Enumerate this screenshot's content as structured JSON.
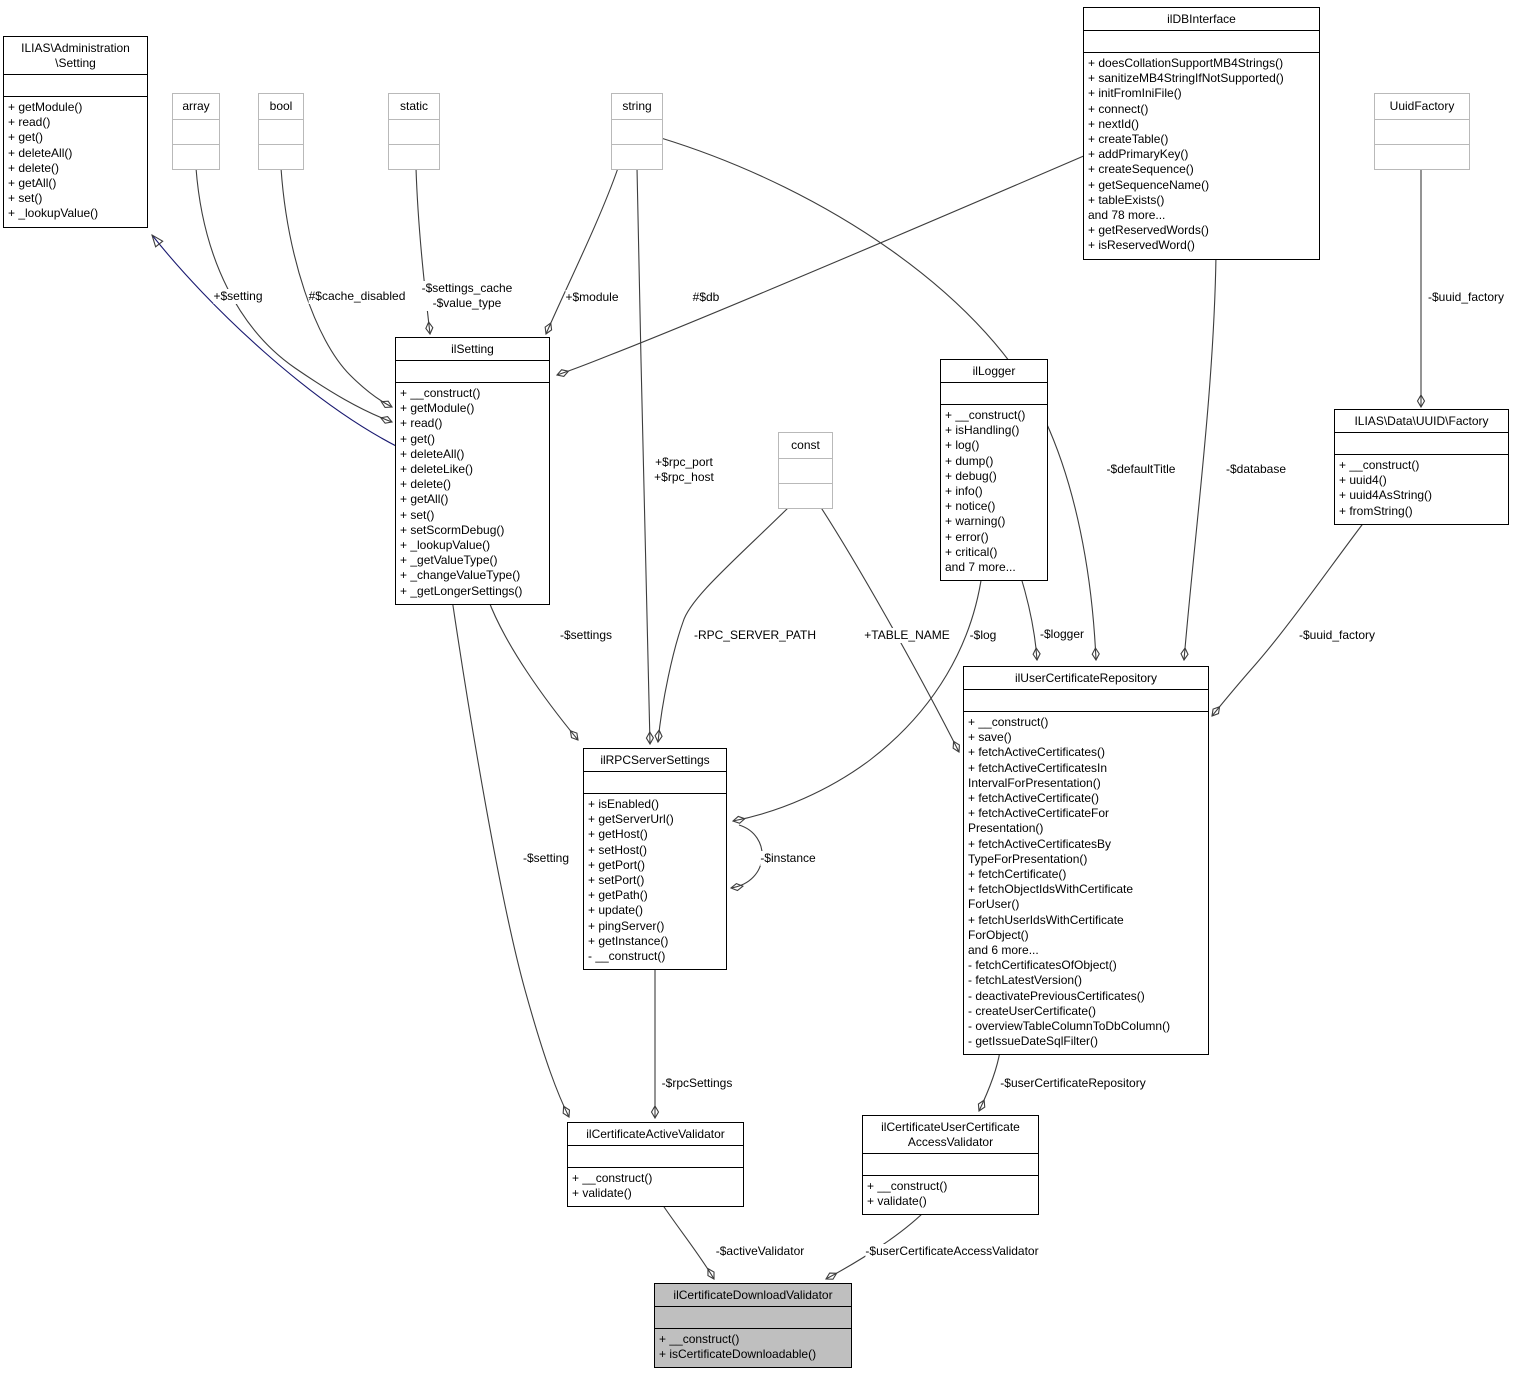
{
  "diagram": {
    "title": "ilCertificateDownloadValidator collaboration diagram",
    "colors": {
      "background": "#ffffff",
      "edge": "#3d3d3d",
      "inheritance_edge": "#191970",
      "class_border": "#000000",
      "type_border": "#b9b9b9",
      "main_class_fill": "#bfbfbf"
    },
    "classes": {
      "admin_setting": {
        "name": "ILIAS\\Administration\n\\Setting",
        "methods": [
          "+ getModule()",
          "+ read()",
          "+ get()",
          "+ deleteAll()",
          "+ delete()",
          "+ getAll()",
          "+ set()",
          "+ _lookupValue()"
        ]
      },
      "array_type": {
        "name": "array"
      },
      "bool_type": {
        "name": "bool"
      },
      "static_type": {
        "name": "static"
      },
      "string_type": {
        "name": "string"
      },
      "const_type": {
        "name": "const"
      },
      "uuid_factory_type": {
        "name": "UuidFactory"
      },
      "ildb_interface": {
        "name": "ilDBInterface",
        "methods": [
          "+ doesCollationSupportMB4Strings()",
          "+ sanitizeMB4StringIfNotSupported()",
          "+ initFromIniFile()",
          "+ connect()",
          "+ nextId()",
          "+ createTable()",
          "+ addPrimaryKey()",
          "+ createSequence()",
          "+ getSequenceName()",
          "+ tableExists()",
          "and 78 more...",
          "+ getReservedWords()",
          "+ isReservedWord()"
        ]
      },
      "il_setting": {
        "name": "ilSetting",
        "methods": [
          "+ __construct()",
          "+ getModule()",
          "+ read()",
          "+ get()",
          "+ deleteAll()",
          "+ deleteLike()",
          "+ delete()",
          "+ getAll()",
          "+ set()",
          "+ setScormDebug()",
          "+ _lookupValue()",
          "+ _getValueType()",
          "+ _changeValueType()",
          "+ _getLongerSettings()"
        ]
      },
      "il_logger": {
        "name": "ilLogger",
        "methods": [
          "+ __construct()",
          "+ isHandling()",
          "+ log()",
          "+ dump()",
          "+ debug()",
          "+ info()",
          "+ notice()",
          "+ warning()",
          "+ error()",
          "+ critical()",
          "and 7 more..."
        ]
      },
      "uuid_factory_class": {
        "name": "ILIAS\\Data\\UUID\\Factory",
        "methods": [
          "+ __construct()",
          "+ uuid4()",
          "+ uuid4AsString()",
          "+ fromString()"
        ]
      },
      "rpc_server_settings": {
        "name": "ilRPCServerSettings",
        "methods": [
          "+ isEnabled()",
          "+ getServerUrl()",
          "+ getHost()",
          "+ setHost()",
          "+ getPort()",
          "+ setPort()",
          "+ getPath()",
          "+ update()",
          "+ pingServer()",
          "+ getInstance()",
          "- __construct()"
        ]
      },
      "user_certificate_repository": {
        "name": "ilUserCertificateRepository",
        "methods": [
          "+ __construct()",
          "+ save()",
          "+ fetchActiveCertificates()",
          "+ fetchActiveCertificatesIn",
          "IntervalForPresentation()",
          "+ fetchActiveCertificate()",
          "+ fetchActiveCertificateFor",
          "Presentation()",
          "+ fetchActiveCertificatesBy",
          "TypeForPresentation()",
          "+ fetchCertificate()",
          "+ fetchObjectIdsWithCertificate",
          "ForUser()",
          "+ fetchUserIdsWithCertificate",
          "ForObject()",
          "and 6 more...",
          "- fetchCertificatesOfObject()",
          "- fetchLatestVersion()",
          "- deactivatePreviousCertificates()",
          "- createUserCertificate()",
          "- overviewTableColumnToDbColumn()",
          "- getIssueDateSqlFilter()"
        ]
      },
      "certificate_active_validator": {
        "name": "ilCertificateActiveValidator",
        "methods": [
          "+ __construct()",
          "+ validate()"
        ]
      },
      "certificate_user_certificate_access_validator": {
        "name": "ilCertificateUserCertificate\nAccessValidator",
        "methods": [
          "+ __construct()",
          "+ validate()"
        ]
      },
      "certificate_download_validator": {
        "name": "ilCertificateDownloadValidator",
        "methods": [
          "+ __construct()",
          "+ isCertificateDownloadable()"
        ]
      }
    },
    "edge_labels": {
      "setting_prop": "+$setting",
      "cache_disabled": "#$cache_disabled",
      "settings_cache": [
        "-$settings_cache",
        "-$value_type"
      ],
      "module": "+$module",
      "db": "#$db",
      "uuid_factory_top": "-$uuid_factory",
      "rpc_port_host": [
        "+$rpc_port",
        "+$rpc_host"
      ],
      "default_title": "-$defaultTitle",
      "database": "-$database",
      "settings": "-$settings",
      "rpc_server_path": "-RPC_SERVER_PATH",
      "table_name": "+TABLE_NAME",
      "log": "-$log",
      "logger": "-$logger",
      "uuid_factory_mid": "-$uuid_factory",
      "setting": "-$setting",
      "instance": "-$instance",
      "rpc_settings": "-$rpcSettings",
      "user_certificate_repository": "-$userCertificateRepository",
      "active_validator": "-$activeValidator",
      "user_certificate_access_validator": "-$userCertificateAccessValidator"
    }
  }
}
